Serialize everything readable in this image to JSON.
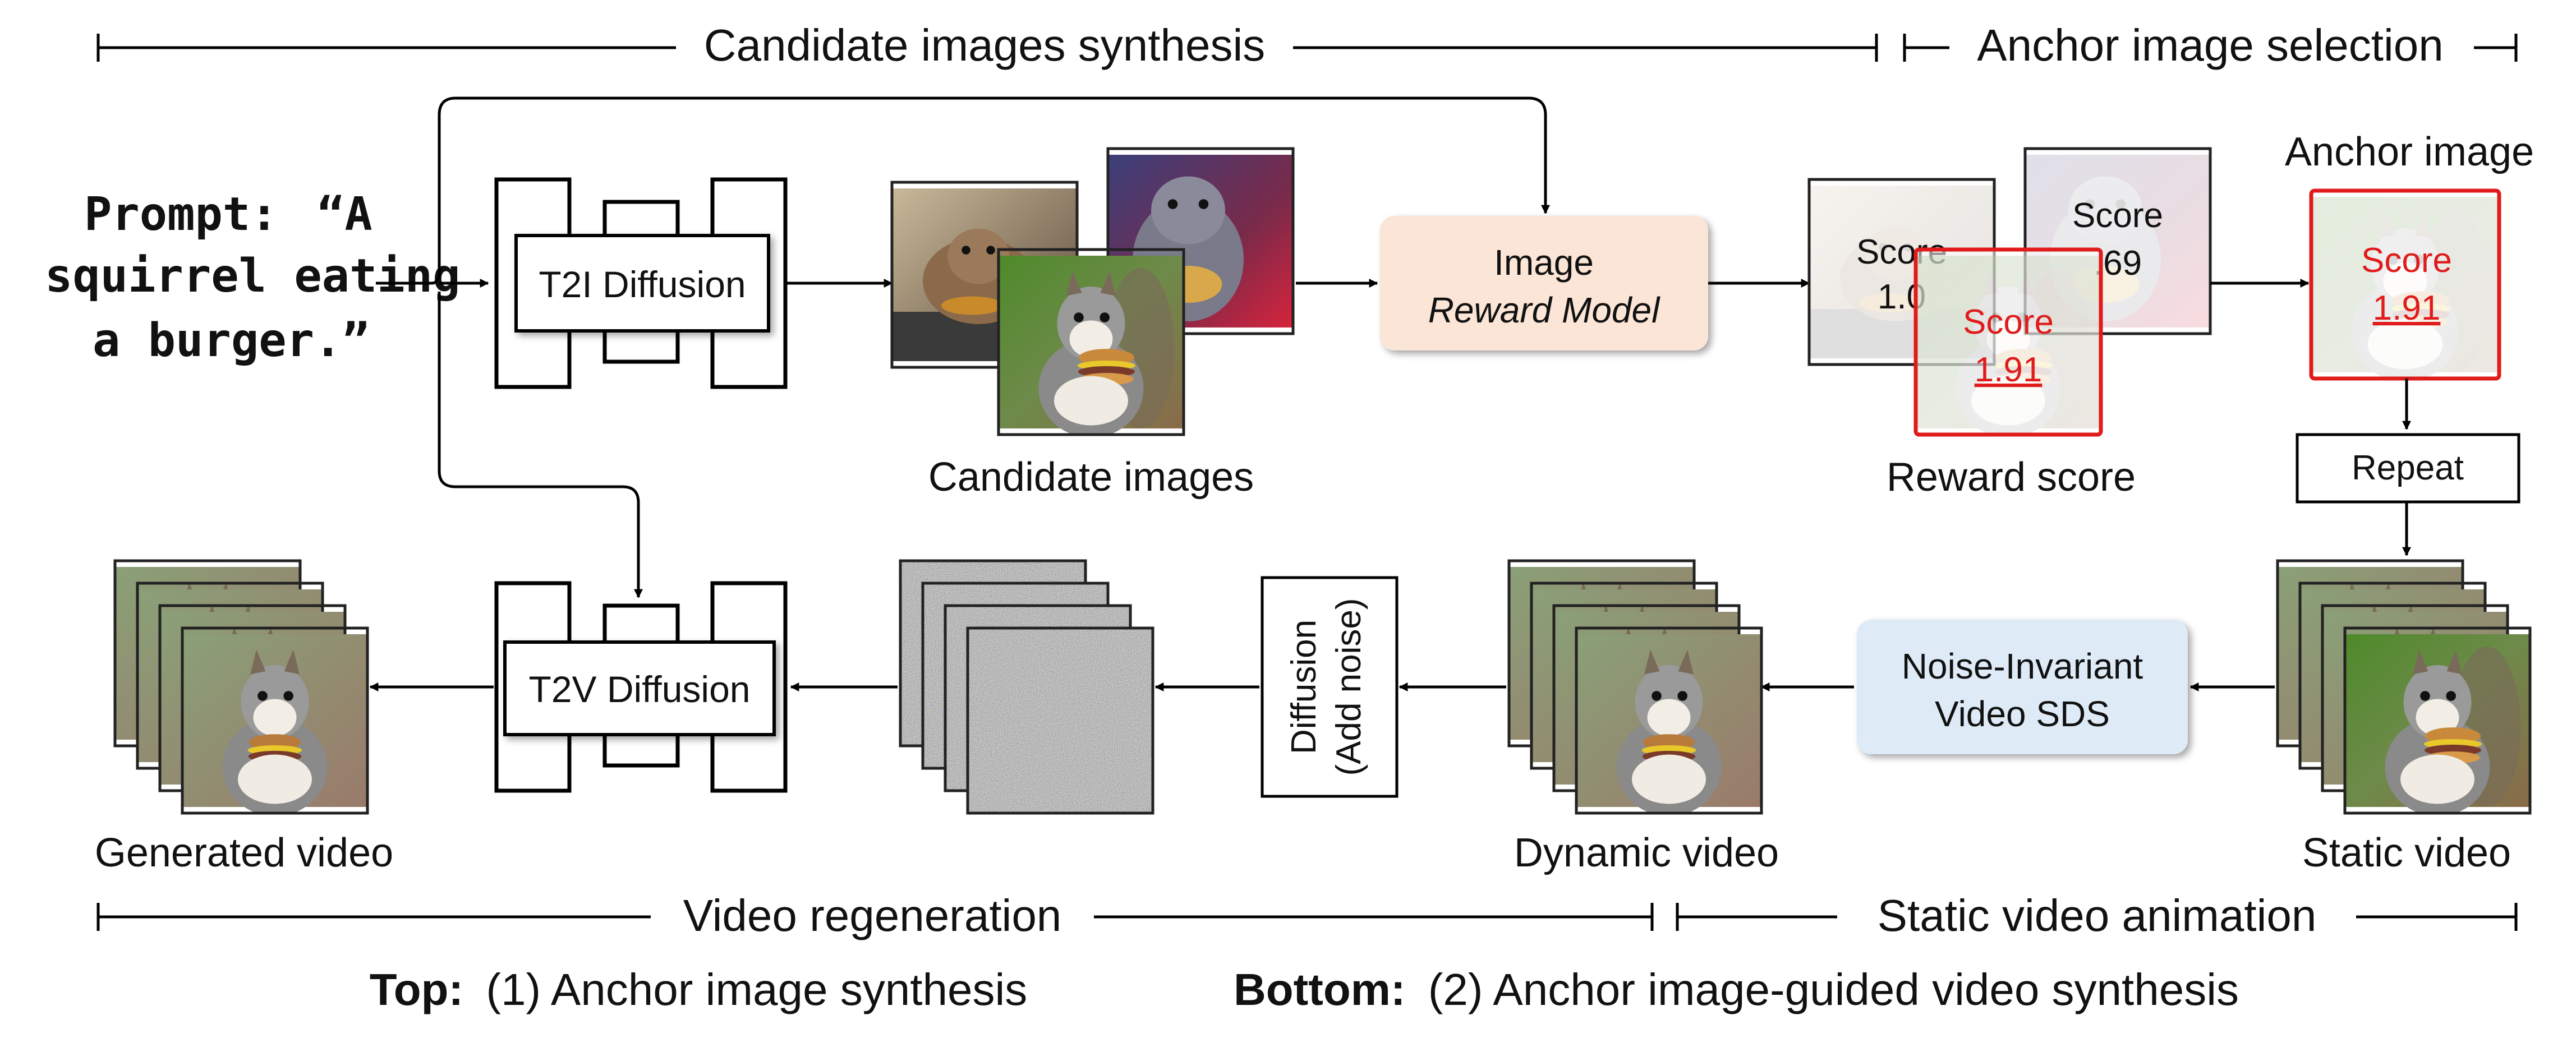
{
  "prompt": {
    "label": "Prompt:",
    "line1_rest": "“A",
    "line2": "squirrel eating",
    "line3": "a burger.”"
  },
  "sections": {
    "candidate_synthesis": "Candidate images synthesis",
    "anchor_selection": "Anchor image selection",
    "video_regeneration": "Video regeneration",
    "static_animation": "Static video animation"
  },
  "boxes": {
    "t2i": "T2I Diffusion",
    "reward_model_line1": "Image",
    "reward_model_line2": "Reward Model",
    "repeat": "Repeat",
    "sds_line1": "Noise-Invariant",
    "sds_line2": "Video SDS",
    "add_noise_line1": "Diffusion",
    "add_noise_line2": "(Add noise)",
    "t2v": "T2V Diffusion"
  },
  "scores": {
    "word": "Score",
    "back1": "1.0",
    "back2": ".69",
    "front": "1.91",
    "anchor": "1.91"
  },
  "labels": {
    "candidate_images": "Candidate images",
    "reward_score": "Reward score",
    "anchor_image": "Anchor image",
    "generated_video": "Generated video",
    "dynamic_video": "Dynamic video",
    "static_video": "Static video"
  },
  "caption": {
    "top_bold": "Top:",
    "top_rest": "(1) Anchor image synthesis",
    "bottom_bold": "Bottom:",
    "bottom_rest": "(2) Anchor image-guided video synthesis"
  },
  "colors": {
    "reward_box": "#fbe5d6",
    "sds_box": "#deebf7",
    "score_red": "#e01b1b",
    "line": "#000000"
  }
}
